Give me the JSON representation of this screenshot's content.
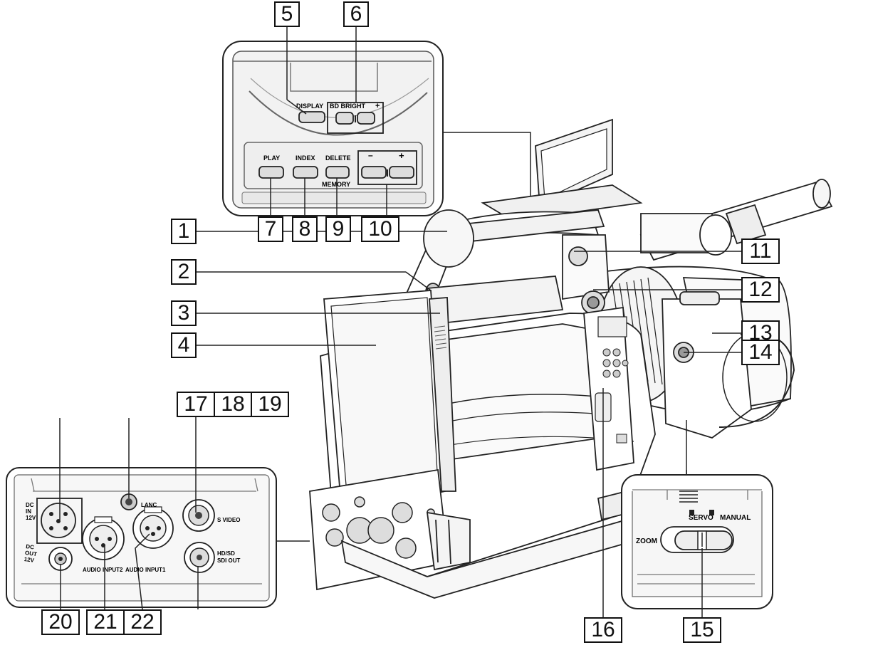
{
  "callouts": {
    "c1": "1",
    "c2": "2",
    "c3": "3",
    "c4": "4",
    "c5": "5",
    "c6": "6",
    "c7": "7",
    "c8": "8",
    "c9": "9",
    "c10": "10",
    "c11": "11",
    "c12": "12",
    "c13": "13",
    "c14": "14",
    "c15": "15",
    "c16": "16",
    "c17": "17",
    "c18": "18",
    "c19": "19",
    "c20": "20",
    "c21": "21",
    "c22": "22"
  },
  "top_panel": {
    "display": "DISPLAY",
    "bright": "BD BRIGHT",
    "bright_plus": "+",
    "play": "PLAY",
    "index": "INDEX",
    "delete": "DELETE",
    "minus": "–",
    "plus": "+",
    "memory": "MEMORY"
  },
  "rear_panel": {
    "dc_in": [
      "DC",
      "IN",
      "12V"
    ],
    "dc_out": [
      "DC",
      "OUT",
      "12V"
    ],
    "lanc": "LANC",
    "s_video": "S VIDEO",
    "sdi_out": [
      "HD/SD",
      "SDI OUT"
    ],
    "audio_input_2": "AUDIO INPUT2",
    "audio_input_1": "AUDIO INPUT1"
  },
  "zoom_panel": {
    "servo": "SERVO",
    "manual": "MANUAL",
    "zoom": "ZOOM"
  }
}
